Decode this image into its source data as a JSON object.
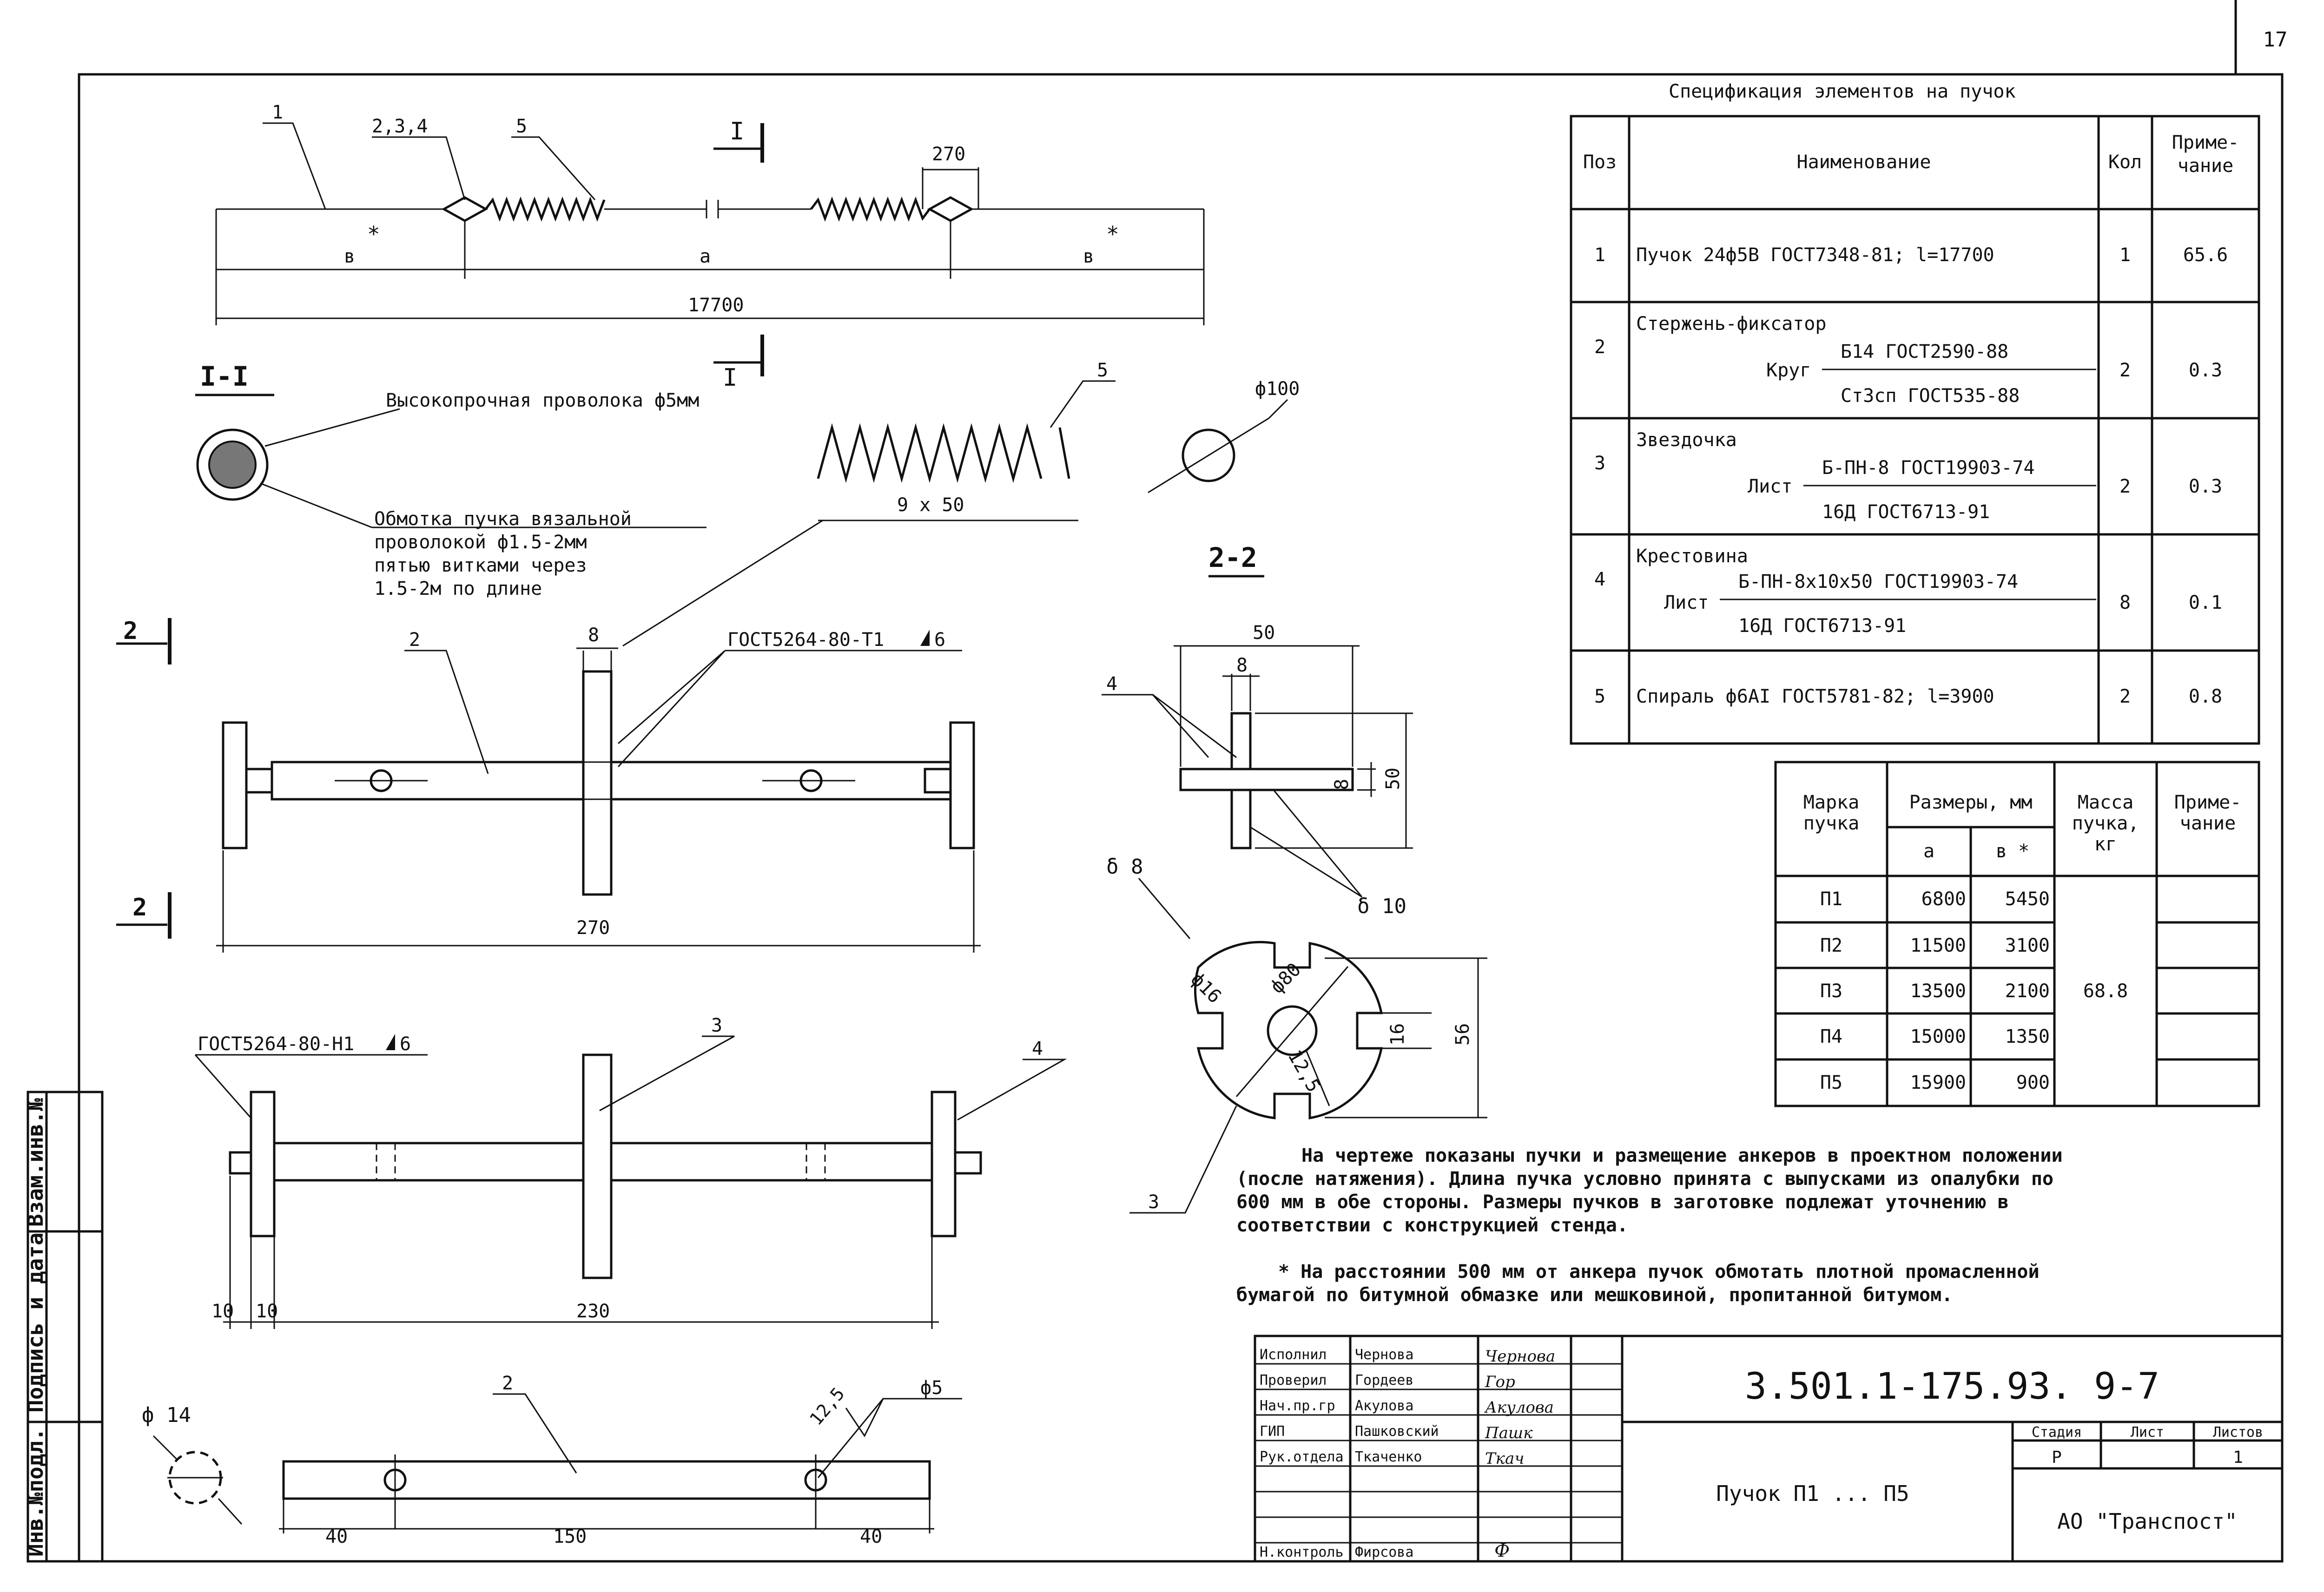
{
  "page_number": "17",
  "spec_table": {
    "title": "Спецификация элементов на пучок",
    "headers": {
      "pos": "Поз",
      "name": "Наименование",
      "qty": "Кол",
      "note_line1": "Приме-",
      "note_line2": "чание"
    },
    "rows": [
      {
        "pos": "1",
        "name": "Пучок 24ф5В  ГОСТ7348-81; l=17700",
        "qty": "1",
        "note": "65.6"
      },
      {
        "pos": "2",
        "name": "Стержень-фиксатор",
        "prefix": "Круг",
        "top": "Б14 ГОСТ2590-88",
        "bottom": "Ст3сп  ГОСТ535-88",
        "qty": "2",
        "note": "0.3"
      },
      {
        "pos": "3",
        "name": "Звездочка",
        "prefix": "Лист",
        "top": "Б-ПН-8 ГОСТ19903-74",
        "bottom": "16Д ГОСТ6713-91",
        "qty": "2",
        "note": "0.3"
      },
      {
        "pos": "4",
        "name": "Крестовина",
        "prefix": "Лист",
        "top": "Б-ПН-8х10х50 ГОСТ19903-74",
        "bottom": "16Д ГОСТ6713-91",
        "qty": "8",
        "note": "0.1"
      },
      {
        "pos": "5",
        "name": "Спираль ф6АI ГОСТ5781-82; l=3900",
        "qty": "2",
        "note": "0.8"
      }
    ]
  },
  "mark_table": {
    "headers": {
      "mark_l1": "Марка",
      "mark_l2": "пучка",
      "dims": "Размеры, мм",
      "a": "а",
      "b": "в *",
      "mass_l1": "Масса",
      "mass_l2": "пучка,",
      "mass_l3": "кг",
      "note_l1": "Приме-",
      "note_l2": "чание"
    },
    "rows": [
      {
        "mark": "П1",
        "a": "6800",
        "b": "5450"
      },
      {
        "mark": "П2",
        "a": "11500",
        "b": "3100"
      },
      {
        "mark": "П3",
        "a": "13500",
        "b": "2100"
      },
      {
        "mark": "П4",
        "a": "15000",
        "b": "1350"
      },
      {
        "mark": "П5",
        "a": "15900",
        "b": "900"
      }
    ],
    "mass": "68.8"
  },
  "notes": {
    "main": [
      "На чертеже показаны пучки и размещение анкеров в проектном положении",
      "(после натяжения). Длина пучка условно принята с выпусками из опалубки по",
      "600 мм в обе стороны. Размеры пучков в заготовке подлежат уточнению в",
      "соответствии с конструкцией стенда."
    ],
    "asterisk": [
      "* На расстоянии 500 мм от анкера пучок обмотать плотной промасленной",
      "бумагой по битумной обмазке или мешковиной, пропитанной битумом."
    ]
  },
  "drawing": {
    "top": {
      "leader_1": "1",
      "leader_234": "2,3,4",
      "leader_5": "5",
      "dim_b_left": "в",
      "dim_a": "а",
      "dim_b_right": "в",
      "asterisk": "*",
      "dim_total": "17700",
      "dim_270": "270",
      "section_mark": "I"
    },
    "section": {
      "title": "I-I",
      "wire": "Высокопрочная проволока ф5мм",
      "wrap": [
        "Обмотка пучка вязальной",
        "проволокой ф1.5-2мм",
        "пятью витками через",
        "1.5-2м по длине"
      ]
    },
    "spiral": {
      "label": "5",
      "dim": "9 x 50"
    },
    "circle100": {
      "label": "ф100"
    },
    "fixator": {
      "view_mark": "2",
      "leader_2": "2",
      "leader_8": "8",
      "weld": "ГОСТ5264-80-Т1",
      "weld_size": "6",
      "dim": "270"
    },
    "view22": {
      "title": "2-2",
      "dim_50": "50",
      "dim_8": "8",
      "dim_50v": "50",
      "dim_8v": "8",
      "leader_4": "4",
      "delta10": "δ 10"
    },
    "star": {
      "delta8": "δ 8",
      "d16": "ф16",
      "d80": "ф80",
      "r": "12,5",
      "dim_16": "16",
      "dim_56": "56",
      "leader_3": "3"
    },
    "assembly": {
      "weld": "ГОСТ5264-80-Н1",
      "weld_size": "6",
      "leader_3": "3",
      "leader_4": "4",
      "d10a": "10",
      "d10b": "10",
      "d230": "230"
    },
    "rod": {
      "d14": "ф 14",
      "leader_2": "2",
      "rough": "12,5",
      "d5": "ф5",
      "d40a": "40",
      "d150": "150",
      "d40b": "40"
    }
  },
  "side_stamp": [
    "Инв.№подл.",
    "Подпись и дата",
    "Взам.инв.№"
  ],
  "title_block": {
    "doc_code": "3.501.1-175.93.   9-7",
    "doc_name": "Пучок П1 ... П5",
    "company": "АО \"Транспост\"",
    "stage_label": "Стадия",
    "sheet_label": "Лист",
    "sheets_label": "Листов",
    "stage": "Р",
    "sheets": "1",
    "roles": [
      {
        "role": "Исполнил",
        "name": "Чернова",
        "sig": "Чернова"
      },
      {
        "role": "Проверил",
        "name": "Гордеев",
        "sig": "Гор"
      },
      {
        "role": "Нач.пр.гр",
        "name": "Акулова",
        "sig": "Акулова"
      },
      {
        "role": "ГИП",
        "name": "Пашковский",
        "sig": "Пашк"
      },
      {
        "role": "Рук.отдела",
        "name": "Ткаченко",
        "sig": "Ткач"
      },
      {
        "role": "Н.контроль",
        "name": "Фирсова",
        "sig": "Ф"
      }
    ]
  }
}
